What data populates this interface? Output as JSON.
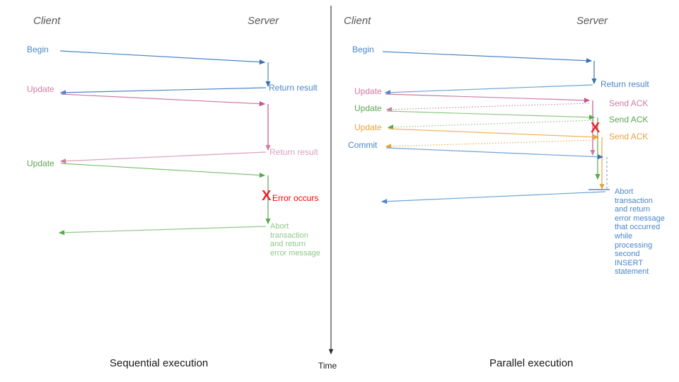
{
  "colors": {
    "blue": "#4a86c8",
    "blue_dark": "#3b72b0",
    "blue_text": "#4a86c8",
    "pink": "#c4548a",
    "pink_light": "#d9a1bd",
    "green": "#5aa84f",
    "green_light": "#8fc987",
    "orange": "#e8a33d",
    "orange_light": "#f0c27a",
    "red": "#ec2227",
    "gray_header": "#595959",
    "axis": "#2b2b2b",
    "footer": "#1a1a1a"
  },
  "left_panel": {
    "title": "Sequential execution",
    "actors": {
      "client": "Client",
      "server": "Server"
    },
    "messages": [
      {
        "label": "Begin",
        "color_key": "blue",
        "side": "client"
      },
      {
        "label": "Return result",
        "color_key": "blue",
        "side": "server"
      },
      {
        "label": "Update",
        "color_key": "pink",
        "side": "client"
      },
      {
        "label": "Return result",
        "color_key": "pink_light",
        "side": "server"
      },
      {
        "label": "Update",
        "color_key": "green",
        "side": "client"
      }
    ],
    "error": {
      "mark": "X",
      "label": "Error occurs",
      "color_key": "red"
    },
    "abort_note": {
      "color_key": "green_light",
      "lines": [
        "Abort",
        "transaction",
        "and return",
        "error message"
      ]
    }
  },
  "right_panel": {
    "title": "Parallel execution",
    "actors": {
      "client": "Client",
      "server": "Server"
    },
    "client_messages": [
      {
        "label": "Begin",
        "color_key": "blue"
      },
      {
        "label": "Update",
        "color_key": "pink"
      },
      {
        "label": "Update",
        "color_key": "green"
      },
      {
        "label": "Update",
        "color_key": "orange"
      },
      {
        "label": "Commit",
        "color_key": "blue"
      }
    ],
    "server_messages": [
      {
        "label": "Return result",
        "color_key": "blue"
      },
      {
        "label": "Send ACK",
        "color_key": "pink_light"
      },
      {
        "label": "Send ACK",
        "color_key": "green"
      },
      {
        "label": "Send ACK",
        "color_key": "orange"
      }
    ],
    "error": {
      "mark": "X",
      "color_key": "red"
    },
    "abort_note": {
      "color_key": "blue_text",
      "lines": [
        "Abort",
        "transaction",
        "and return",
        "error message",
        "that occurred",
        "while",
        "processing",
        "second",
        "INSERT",
        "statement"
      ]
    }
  },
  "time_axis": {
    "label": "Time",
    "color_key": "axis"
  }
}
